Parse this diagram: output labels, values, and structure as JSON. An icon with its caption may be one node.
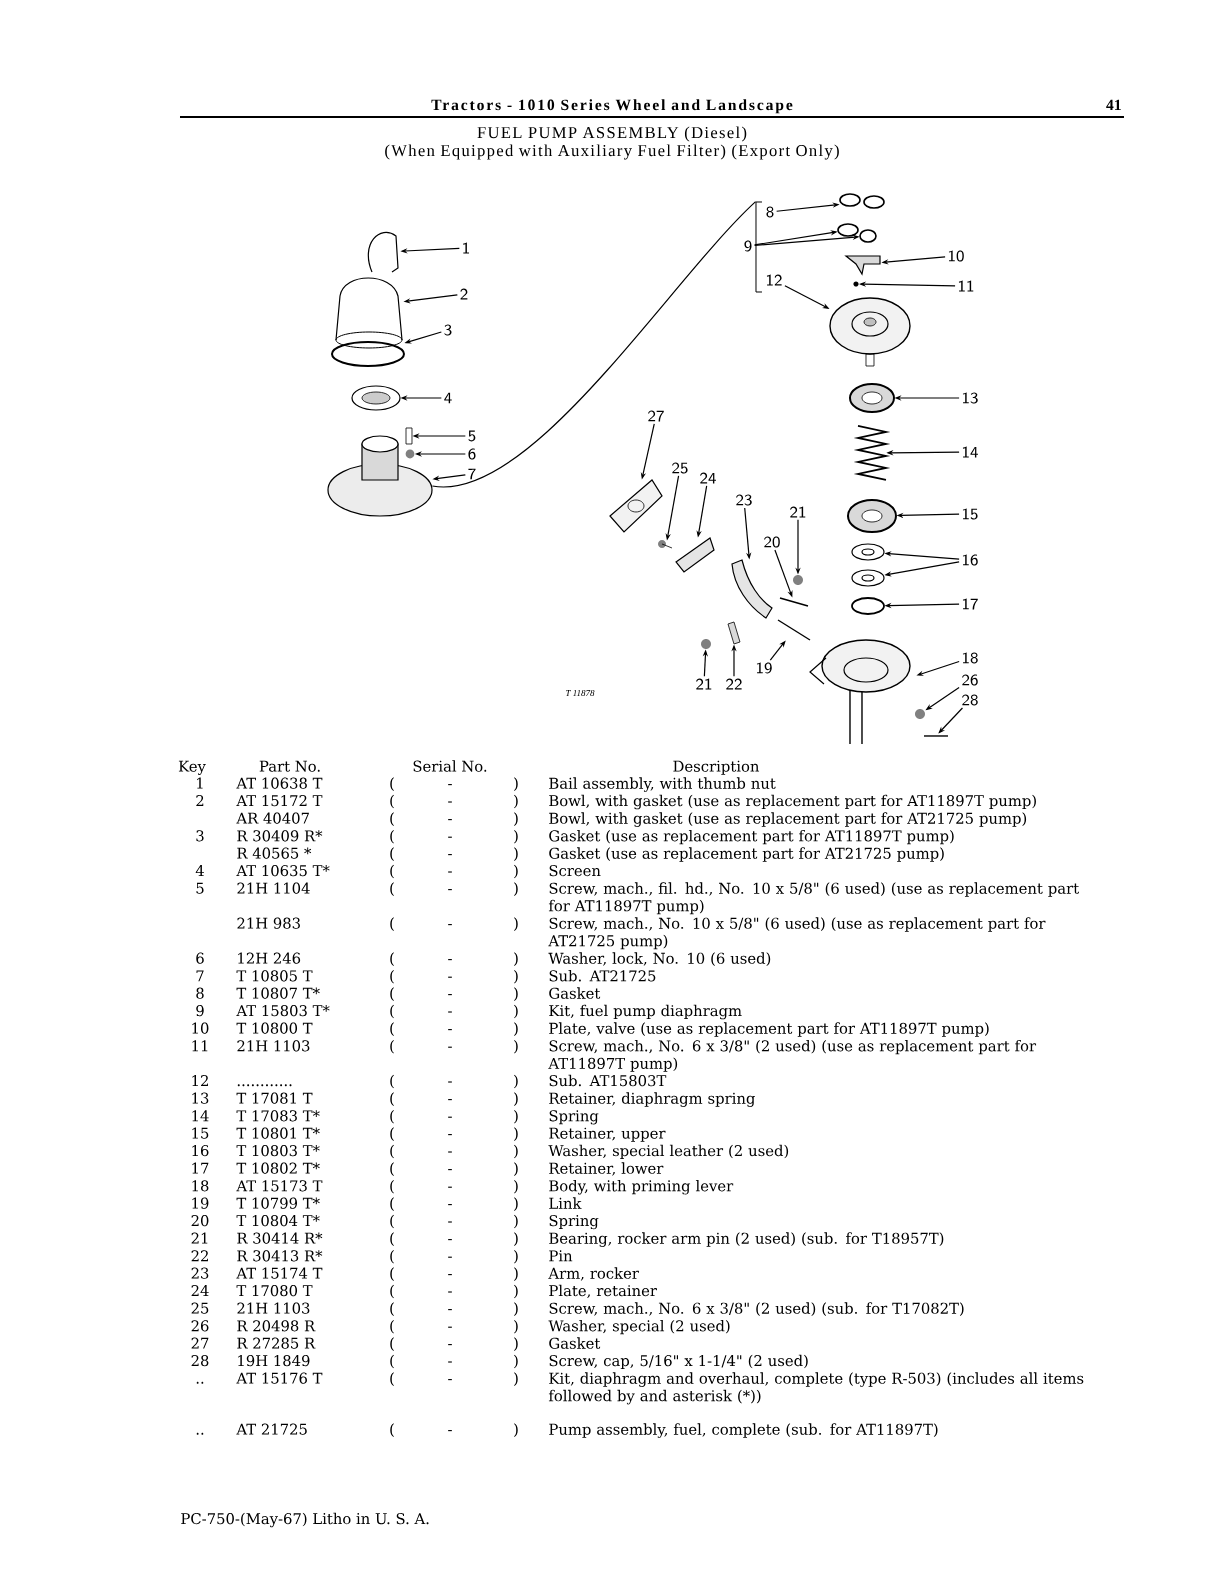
{
  "diagram": {
    "title": "FUEL PUMP ASSEMBLY (Diesel)",
    "nodes": [
      {
        "text": [
          "1"
        ]
      },
      {
        "text": [
          "2"
        ]
      },
      {
        "text": [
          "3"
        ]
      },
      {
        "text": [
          "4"
        ]
      },
      {
        "text": [
          "5"
        ]
      },
      {
        "text": [
          "6"
        ]
      },
      {
        "text": [
          "7"
        ]
      },
      {
        "text": [
          "8"
        ]
      },
      {
        "text": [
          "9"
        ]
      },
      {
        "text": [
          "12"
        ]
      },
      {
        "text": [
          "10"
        ]
      },
      {
        "text": [
          "11"
        ]
      },
      {
        "text": [
          "13"
        ]
      },
      {
        "text": [
          "14"
        ]
      },
      {
        "text": [
          "27"
        ]
      },
      {
        "text": [
          "25"
        ]
      },
      {
        "text": [
          "24"
        ]
      },
      {
        "text": [
          "23"
        ]
      },
      {
        "text": [
          "21"
        ]
      },
      {
        "text": [
          "15"
        ]
      },
      {
        "text": [
          "20"
        ]
      },
      {
        "text": [
          "16"
        ]
      },
      {
        "text": [
          "17"
        ]
      },
      {
        "text": [
          "19"
        ]
      },
      {
        "text": [
          "21"
        ]
      },
      {
        "text": [
          "22"
        ]
      },
      {
        "text": [
          "18"
        ]
      },
      {
        "text": [
          "26"
        ]
      },
      {
        "text": [
          "28"
        ]
      },
      {
        "text": [],
        "shape": "picture"
      },
      {
        "text": [],
        "shape": "picture"
      },
      {
        "text": [],
        "shape": "circle"
      },
      {
        "text": [],
        "shape": "picture"
      },
      {
        "text": [],
        "shape": "box"
      },
      {
        "text": [],
        "shape": "picture"
      },
      {
        "text": [],
        "shape": "cylinder"
      },
      {
        "text": [],
        "shape": "picture"
      },
      {
        "text": [],
        "shape": "circle"
      },
      {
        "text": [],
        "shape": "circle"
      },
      {
        "text": [],
        "shape": "picture"
      },
      {
        "text": [],
        "shape": "picture"
      },
      {
        "text": [],
        "shape": "picture"
      },
      {
        "text": [],
        "shape": "picture"
      },
      {
        "text": [],
        "shape": "picture"
      },
      {
        "text": [],
        "shape": "picture"
      },
      {
        "text": [],
        "shape": "picture"
      },
      {
        "text": [],
        "shape": "picture"
      },
      {
        "text": [],
        "shape": "picture"
      },
      {
        "text": [],
        "shape": "picture"
      },
      {
        "text": [],
        "shape": "picture"
      },
      {
        "text": [],
        "shape": "picture"
      },
      {
        "text": [],
        "shape": "picture"
      },
      {
        "text": [],
        "shape": "picture"
      },
      {
        "text": [],
        "shape": "circle"
      },
      {
        "text": [],
        "shape": "picture"
      },
      {
        "text": [],
        "shape": "picture"
      },
      {
        "text": [],
        "shape": "picture"
      },
      {
        "text": [],
        "shape": "picture"
      },
      {
        "text": [],
        "shape": "picture"
      },
      {
        "text": [],
        "shape": "picture"
      },
      {
        "text": [],
        "shape": "bar"
      }
    ],
    "edges": [
      {
        "from": 0,
        "to": 29,
        "arrow": "to"
      },
      {
        "from": 1,
        "to": 30,
        "arrow": "to"
      },
      {
        "from": 2,
        "to": 31,
        "arrow": "to"
      },
      {
        "from": 3,
        "to": 32,
        "arrow": "to"
      },
      {
        "from": 4,
        "to": 33,
        "arrow": "to"
      },
      {
        "from": 5,
        "to": 34,
        "arrow": "to"
      },
      {
        "from": 6,
        "to": 35,
        "arrow": "to"
      },
      {
        "from": 7,
        "to": 36,
        "arrow": "to"
      },
      {
        "from": 8,
        "to": 37,
        "arrow": "to"
      },
      {
        "from": 8,
        "to": 38,
        "arrow": "to"
      },
      {
        "from": 9,
        "to": 39,
        "arrow": "to"
      },
      {
        "from": 10,
        "to": 40,
        "arrow": "to"
      },
      {
        "from": 11,
        "to": 41,
        "arrow": "to"
      },
      {
        "from": 12,
        "to": 42,
        "arrow": "to"
      },
      {
        "from": 13,
        "to": 43,
        "arrow": "to"
      },
      {
        "from": 14,
        "to": 44,
        "arrow": "to"
      },
      {
        "from": 15,
        "to": 45,
        "arrow": "to"
      },
      {
        "from": 16,
        "to": 46,
        "arrow": "to"
      },
      {
        "from": 17,
        "to": 47,
        "arrow": "to"
      },
      {
        "from": 18,
        "to": 48,
        "arrow": "to"
      },
      {
        "from": 19,
        "to": 49,
        "arrow": "to"
      },
      {
        "from": 20,
        "to": 50,
        "arrow": "to"
      },
      {
        "from": 21,
        "to": 51,
        "arrow": "to"
      },
      {
        "from": 21,
        "to": 52,
        "arrow": "to"
      },
      {
        "from": 22,
        "to": 53,
        "arrow": "to"
      },
      {
        "from": 23,
        "to": 54,
        "arrow": "to"
      },
      {
        "from": 24,
        "to": 55,
        "arrow": "to"
      },
      {
        "from": 25,
        "to": 56,
        "arrow": "to"
      },
      {
        "from": 26,
        "to": 57,
        "arrow": "to"
      },
      {
        "from": 27,
        "to": 58,
        "arrow": "to"
      },
      {
        "from": 28,
        "to": 59,
        "arrow": "to"
      },
      {
        "from": 35,
        "to": 60,
        "arrow": "none"
      }
    ],
    "labels": [
      "Tractors - 1010 Series Wheel and Landscape",
      "41",
      "(When Equipped with Auxiliary Fuel Filter) (Export Only)",
      "T 11878",
      "Key",
      "Part No.",
      "Serial No.",
      "Description",
      "1",
      "AT 10638 T",
      "(",
      "-",
      ")",
      "Bail assembly, with thumb nut",
      "2",
      "AT 15172 T",
      "(",
      "-",
      ")",
      "Bowl, with gasket (use as replacement part for AT11897T pump)",
      "AR 40407",
      "(",
      "-",
      ")",
      "Bowl, with gasket (use as replacement part for AT21725 pump)",
      "3",
      "R 30409 R*",
      "(",
      "-",
      ")",
      "Gasket (use as replacement part for AT11897T pump)",
      "R 40565 *",
      "(",
      "-",
      ")",
      "Gasket (use as replacement part for AT21725 pump)",
      "4",
      "AT 10635 T*",
      "(",
      "-",
      ")",
      "Screen",
      "5",
      "21H 1104",
      "(",
      "-",
      ")",
      "Screw, mach., fil. hd., No. 10 x 5/8\" (6 used) (use as replacement part for AT11897T pump)",
      "21H 983",
      "(",
      "-",
      ")",
      "Screw, mach., No. 10 x 5/8\" (6 used) (use as replacement part for AT21725 pump)",
      "6",
      "12H 246",
      "(",
      "-",
      ")",
      "Washer, lock, No. 10 (6 used)",
      "7",
      "T 10805 T",
      "(",
      "-",
      ")",
      "Sub. AT21725",
      "8",
      "T 10807 T*",
      "(",
      "-",
      ")",
      "Gasket",
      "9",
      "AT 15803 T*",
      "(",
      "-",
      ")",
      "Kit, fuel pump diaphragm",
      "10",
      "T 10800 T",
      "(",
      "-",
      ")",
      "Plate, valve (use as replacement part for AT11897T pump)",
      "11",
      "21H 1103",
      "(",
      "-",
      ")",
      "Screw, mach., No. 6 x 3/8\" (2 used) (use as replacement part for AT11897T pump)",
      "12",
      "............",
      "(",
      "-",
      ")",
      "Sub. AT15803T",
      "13",
      "T 17081 T",
      "(",
      "-",
      ")",
      "Retainer, diaphragm spring",
      "14",
      "T 17083 T*",
      "(",
      "-",
      ")",
      "Spring",
      "15",
      "T 10801 T*",
      "(",
      "-",
      ")",
      "Retainer, upper",
      "16",
      "T 10803 T*",
      "(",
      "-",
      ")",
      "Washer, special leather (2 used)",
      "17",
      "T 10802 T*",
      "(",
      "-",
      ")",
      "Retainer, lower",
      "18",
      "AT 15173 T",
      "(",
      "-",
      ")",
      "Body, with priming lever",
      "19",
      "T 10799 T*",
      "(",
      "-",
      ")",
      "Link",
      "20",
      "T 10804 T*",
      "(",
      "-",
      ")",
      "Spring",
      "21",
      "R 30414 R*",
      "(",
      "-",
      ")",
      "Bearing, rocker arm pin (2 used) (sub. for T18957T)",
      "22",
      "R 30413 R*",
      "(",
      "-",
      ")",
      "Pin",
      "23",
      "AT 15174 T",
      "(",
      "-",
      ")",
      "Arm, rocker",
      "24",
      "T 17080 T",
      "(",
      "-",
      ")",
      "Plate, retainer",
      "25",
      "21H 1103",
      "(",
      "-",
      ")",
      "Screw, mach., No. 6 x 3/8\" (2 used) (sub. for T17082T)",
      "26",
      "R 20498 R",
      "(",
      "-",
      ")",
      "Washer, special (2 used)",
      "27",
      "R 27285 R",
      "(",
      "-",
      ")",
      "Gasket",
      "28",
      "19H 1849",
      "(",
      "-",
      ")",
      "Screw, cap, 5/16\" x 1-1/4\" (2 used)",
      "..",
      "AT 15176 T",
      "(",
      "-",
      ")",
      "Kit, diaphragm and overhaul, complete (type R-503) (includes all items followed by and asterisk (*))",
      "..",
      "AT 21725",
      "(",
      "-",
      ")",
      "Pump assembly, fuel, complete (sub. for AT11897T)",
      "PC-750-(May-67) Litho in U. S. A."
    ]
  }
}
